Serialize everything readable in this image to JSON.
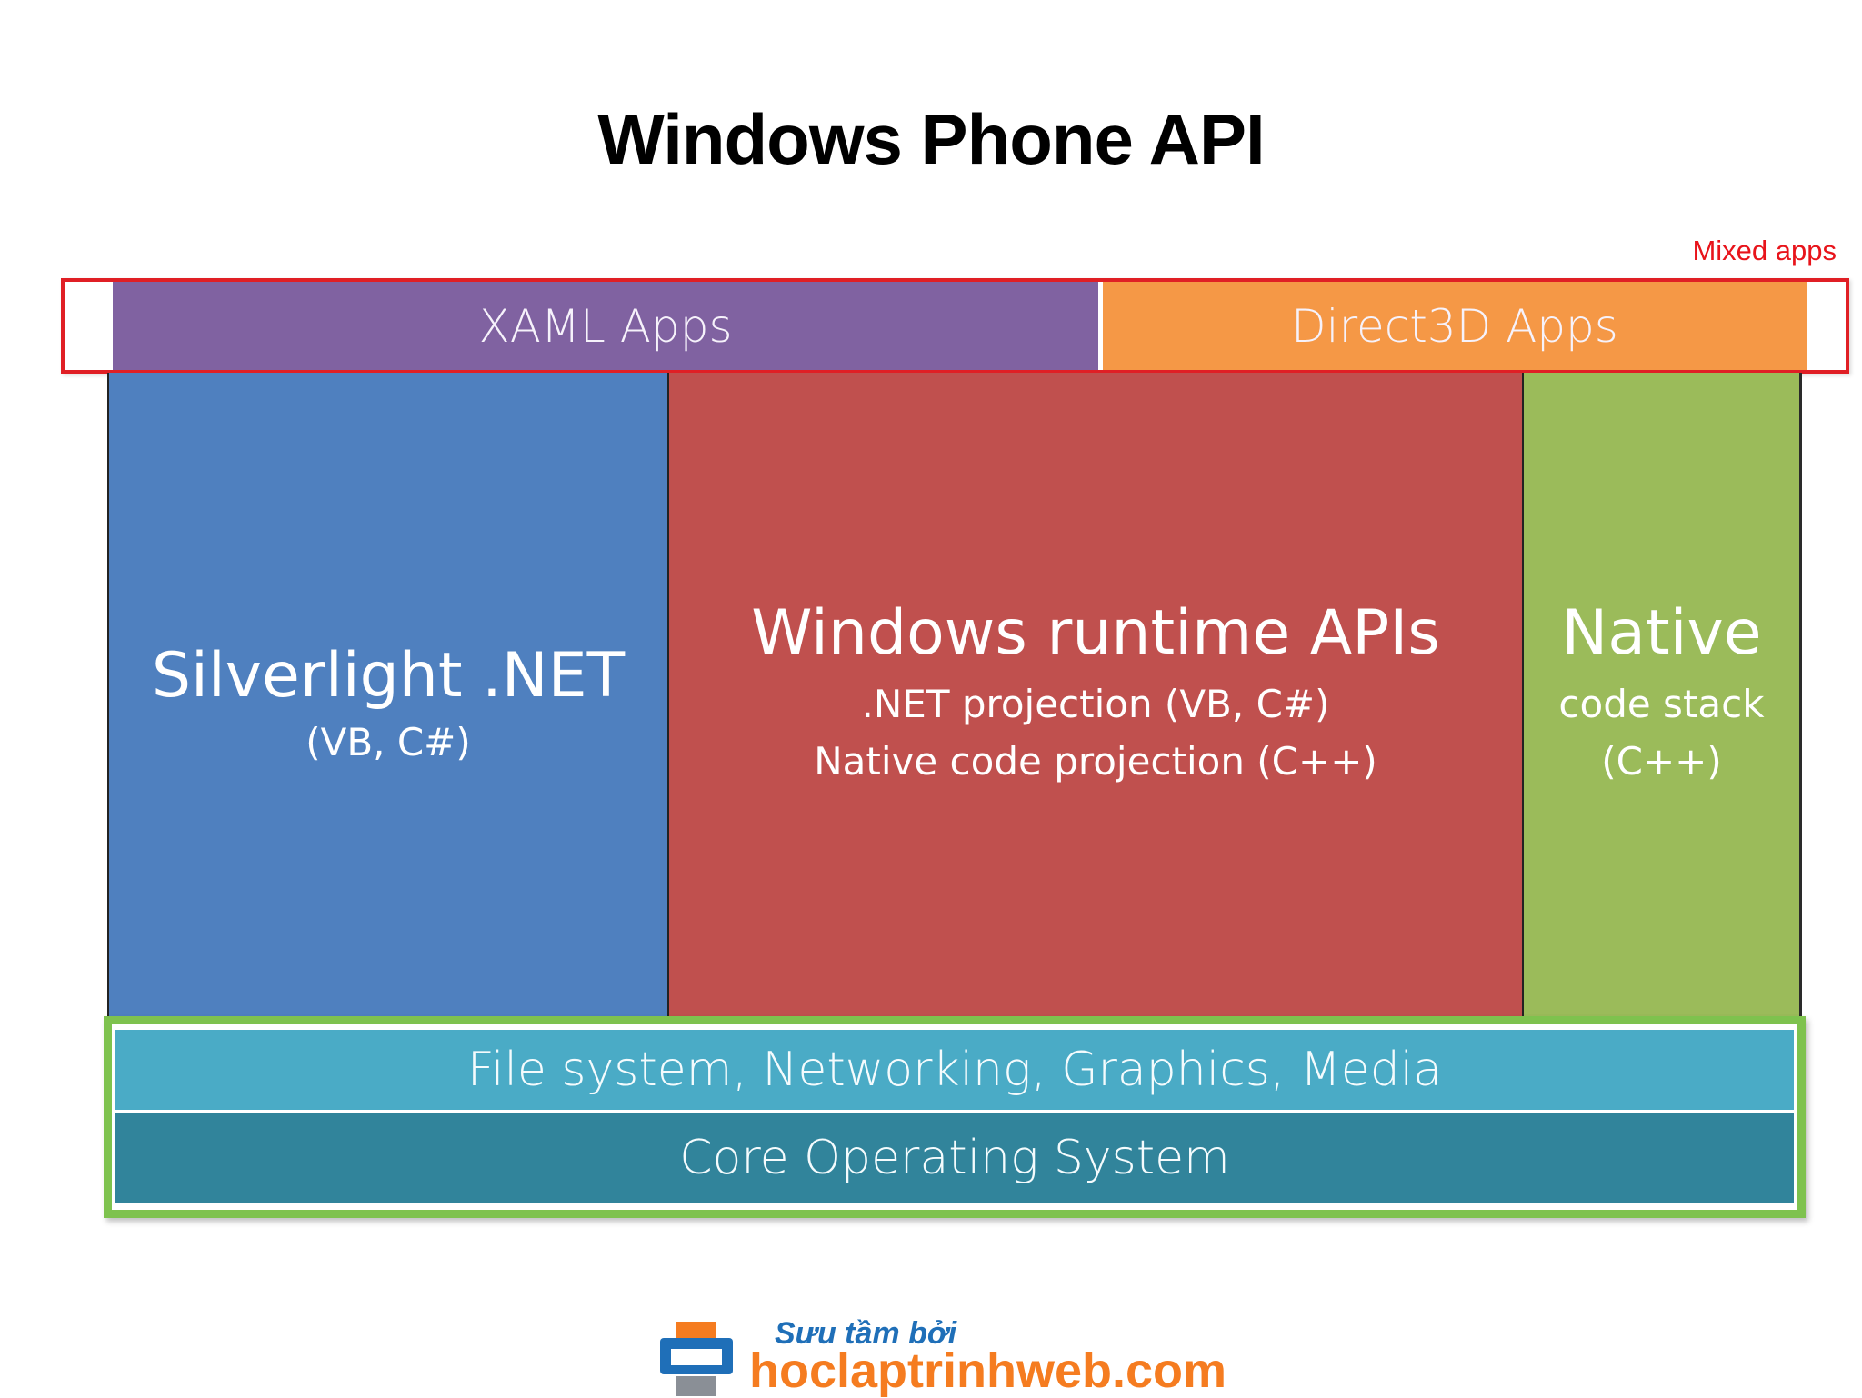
{
  "slide": {
    "title": "Windows Phone API"
  },
  "top_layer": {
    "mixed_label": "Mixed apps",
    "xaml_label": "XAML Apps",
    "direct3d_label": "Direct3D Apps"
  },
  "middle_layer": {
    "silverlight": {
      "title": "Silverlight .NET",
      "subtitle": "(VB, C#)"
    },
    "runtime": {
      "title": "Windows runtime APIs",
      "line1": ".NET projection (VB, C#)",
      "line2": "Native code projection (C++)"
    },
    "native": {
      "title": "Native",
      "line1": "code stack",
      "line2": "(C++)"
    }
  },
  "bottom_layer": {
    "services_label": "File system, Networking, Graphics, Media",
    "core_label": "Core Operating System"
  },
  "footer": {
    "tagline": "Sưu tầm bởi",
    "site": "hoclaptrinhweb.com"
  },
  "colors": {
    "xaml": "#8062a1",
    "direct3d": "#f59846",
    "silverlight": "#4f80bf",
    "runtime": "#c0504e",
    "native": "#9bbb5a",
    "services": "#4aabc6",
    "core": "#31849b",
    "mixed_frame": "#e01f25",
    "foundation_frame": "#7ec24e"
  }
}
